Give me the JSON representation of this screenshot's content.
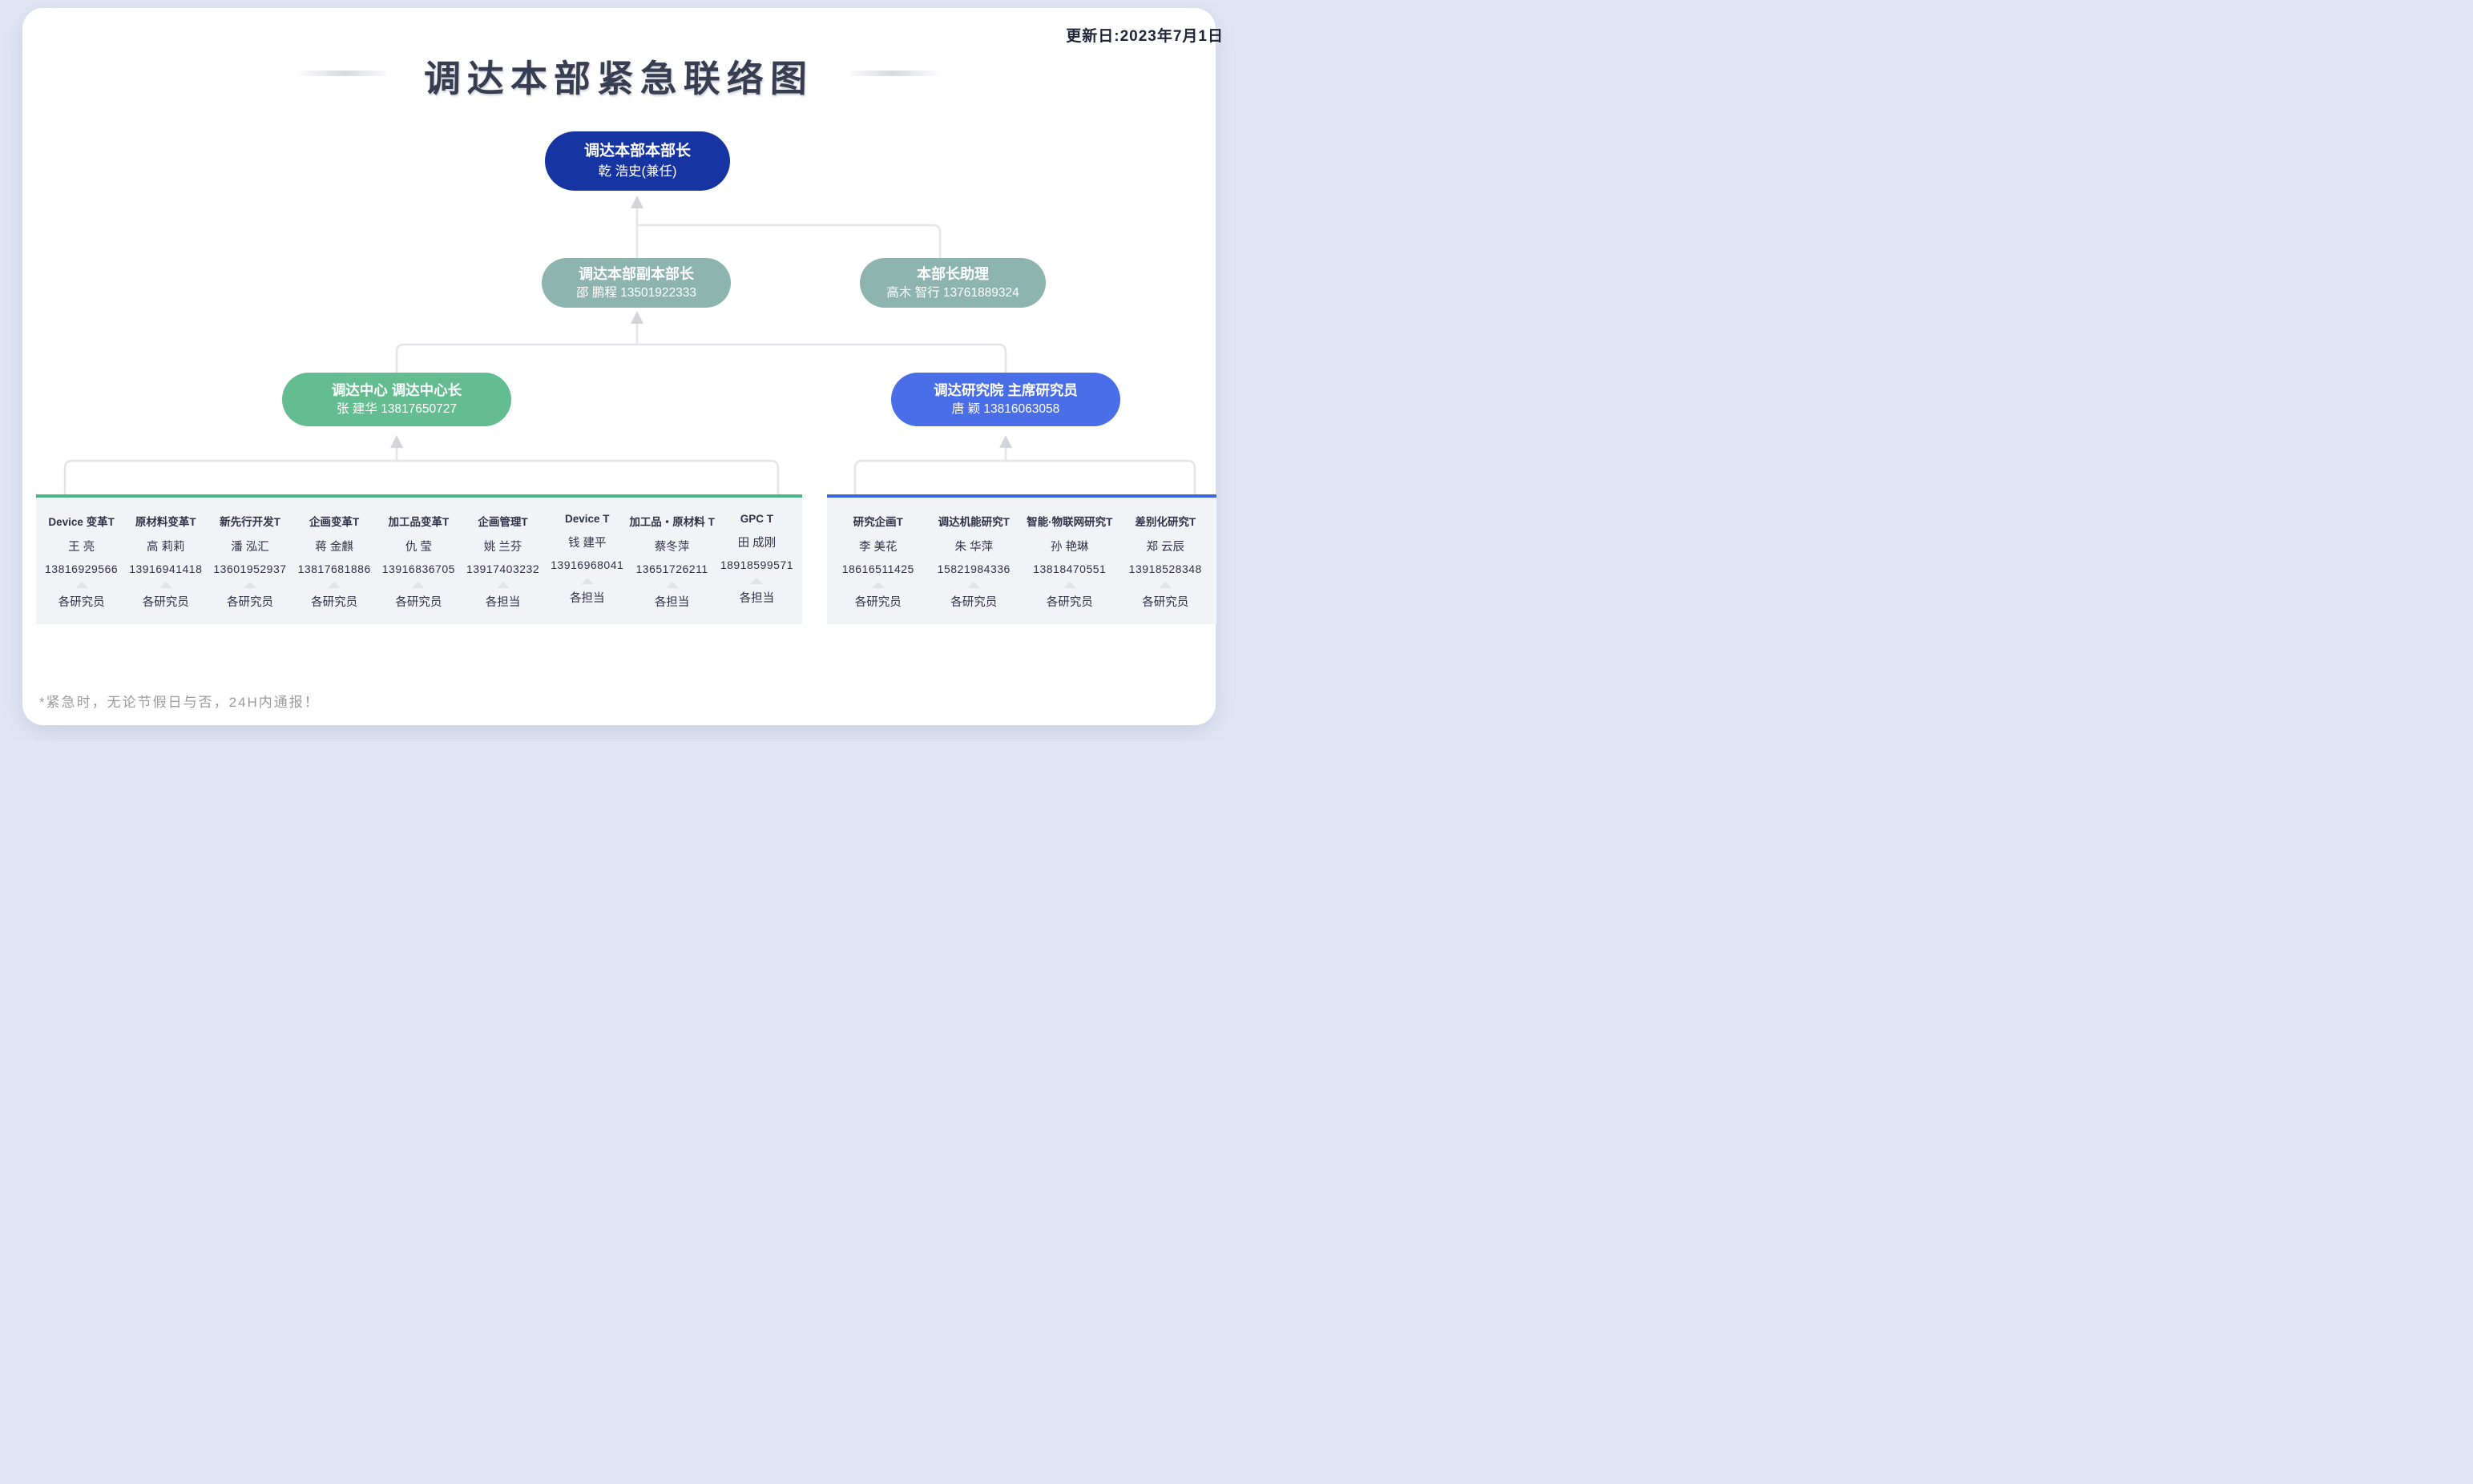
{
  "meta": {
    "update_date": "更新日:2023年7月1日",
    "title": "调达本部紧急联络图",
    "footnote": "*紧急时，无论节假日与否，24H内通报！"
  },
  "org": {
    "level1": {
      "title": "调达本部本部长",
      "person": "乾 浩史(兼任)"
    },
    "level2_left": {
      "title": "调达本部副本部长",
      "person": "邵 鹏程 13501922333"
    },
    "level2_right": {
      "title": "本部长助理",
      "person": "高木 智行 13761889324"
    },
    "level3_left": {
      "title": "调达中心 调达中心长",
      "person": "张 建华 13817650727"
    },
    "level3_right": {
      "title": "调达研究院 主席研究员",
      "person": "唐 颖 13816063058"
    }
  },
  "left_teams": [
    {
      "name": "Device 变革T",
      "leader": "王 亮",
      "phone": "13816929566",
      "members": "各研究员"
    },
    {
      "name": "原材料变革T",
      "leader": "高 莉莉",
      "phone": "13916941418",
      "members": "各研究员"
    },
    {
      "name": "新先行开发T",
      "leader": "潘 泓汇",
      "phone": "13601952937",
      "members": "各研究员"
    },
    {
      "name": "企画变革T",
      "leader": "蒋 金麒",
      "phone": "13817681886",
      "members": "各研究员"
    },
    {
      "name": "加工品变革T",
      "leader": "仇 莹",
      "phone": "13916836705",
      "members": "各研究员"
    },
    {
      "name": "企画管理T",
      "leader": "姚 兰芬",
      "phone": "13917403232",
      "members": "各担当"
    },
    {
      "name": "Device T",
      "leader": "钱 建平",
      "phone": "13916968041",
      "members": "各担当"
    },
    {
      "name": "加工品・原材料 T",
      "leader": "蔡冬萍",
      "phone": "13651726211",
      "members": "各担当"
    },
    {
      "name": "GPC T",
      "leader": "田 成刚",
      "phone": "18918599571",
      "members": "各担当"
    }
  ],
  "right_teams": [
    {
      "name": "研究企画T",
      "leader": "李 美花",
      "phone": "18616511425",
      "members": "各研究员"
    },
    {
      "name": "调达机能研究T",
      "leader": "朱 华萍",
      "phone": "15821984336",
      "members": "各研究员"
    },
    {
      "name": "智能·物联网研究T",
      "leader": "孙 艳琳",
      "phone": "13818470551",
      "members": "各研究员"
    },
    {
      "name": "差别化研究T",
      "leader": "郑 云辰",
      "phone": "13918528348",
      "members": "各研究员"
    }
  ],
  "colors": {
    "page-bg": "#e2e7f4",
    "card-bg": "#ffffff",
    "l1-bg": "#1734a3",
    "l2-bg": "#8db4ae",
    "l3a-bg": "#64bd90",
    "l3b-bg": "#4a6de8",
    "panel-bg": "#f2f3f6",
    "panel-left-accent": "#4cb382",
    "panel-right-accent": "#3c64dd",
    "line": "#e4e4e9",
    "arrow": "#d4d5db",
    "tri": "#e2e3e8"
  }
}
